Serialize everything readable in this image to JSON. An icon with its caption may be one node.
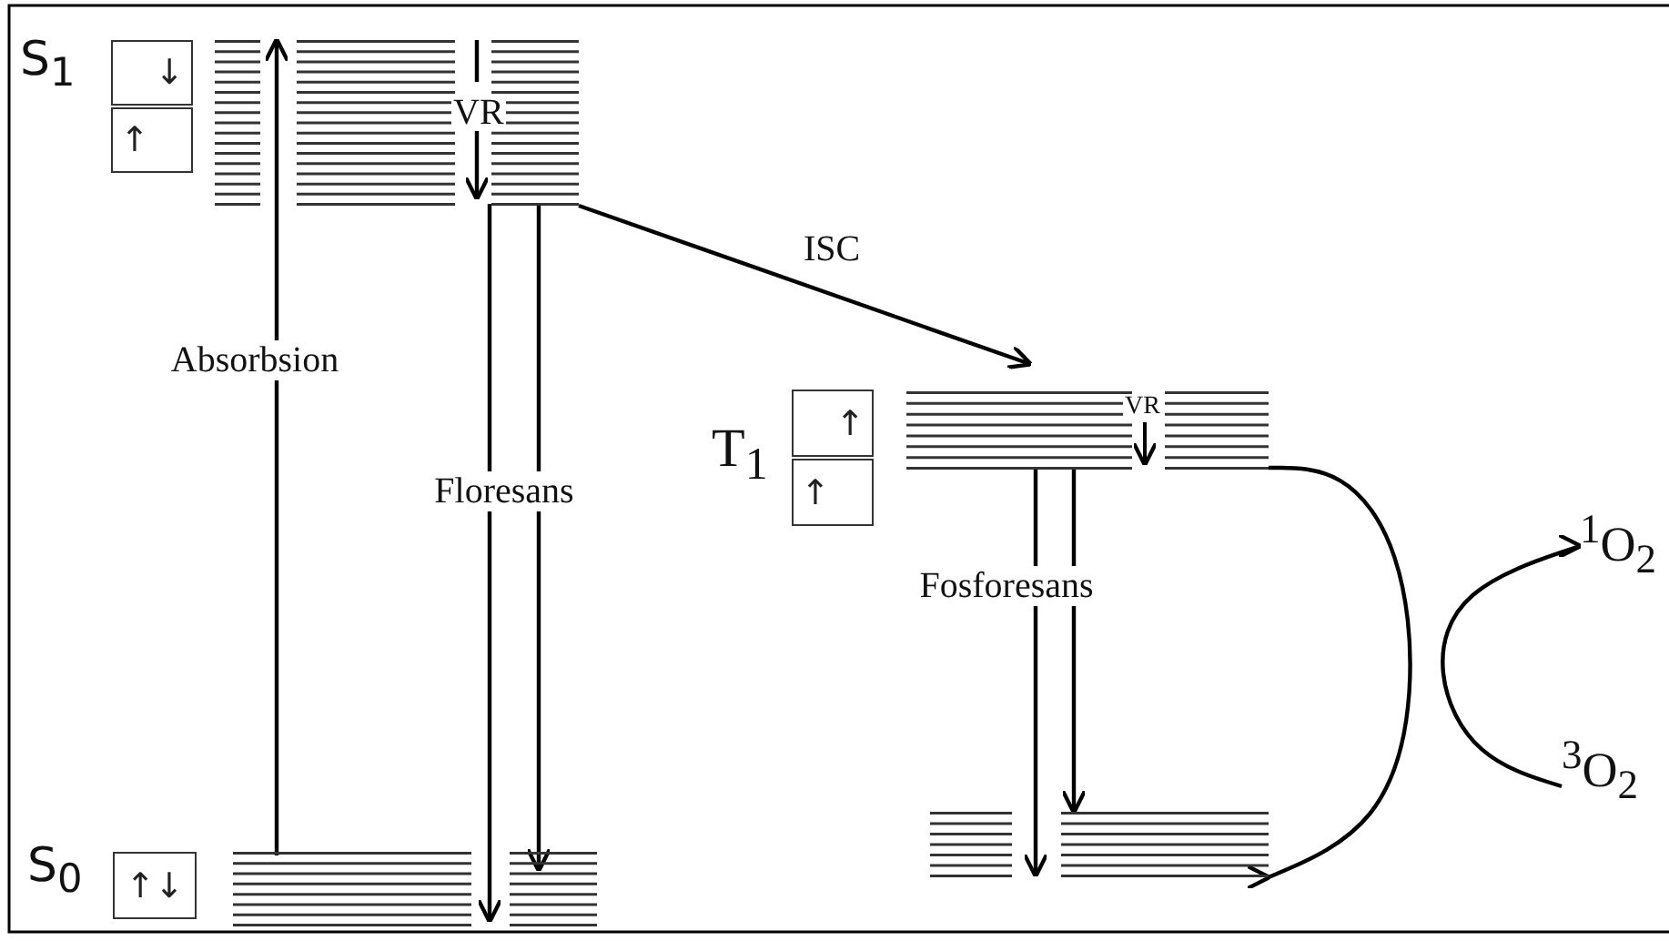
{
  "diagram": {
    "nodes": [
      {
        "text": [],
        "shape": "bar"
      },
      {
        "text": [
          "↓"
        ]
      },
      {
        "text": [
          "↑"
        ]
      },
      {
        "text": [],
        "shape": "bar"
      },
      {
        "text": [
          "↑"
        ]
      },
      {
        "text": [
          "↑"
        ]
      },
      {
        "text": [],
        "shape": "bar"
      },
      {
        "text": [],
        "shape": "bar"
      },
      {
        "text": [
          "↑↓"
        ]
      },
      {
        "text": [
          "$^{1}$O$_{2}$"
        ]
      },
      {
        "text": [
          "$^{3}$O$_{2}$"
        ]
      }
    ],
    "edges": [
      {
        "from": 7,
        "to": 0,
        "arrow": "to",
        "label": "Absorbsion"
      },
      {
        "from": 0,
        "to": 7,
        "arrow": "to",
        "label": "Floresans"
      },
      {
        "from": 0,
        "to": 7,
        "arrow": "to"
      },
      {
        "from": 0,
        "to": 3,
        "arrow": "to",
        "label": "ISC"
      },
      {
        "from": 3,
        "to": 6,
        "arrow": "to",
        "label": "Fosforesans"
      },
      {
        "from": 3,
        "to": 6,
        "arrow": "to"
      },
      {
        "from": 3,
        "to": 6,
        "arrow": "to"
      },
      {
        "from": 10,
        "to": 9,
        "arrow": "to"
      }
    ],
    "labels": [
      "S$_{1}$",
      "VR",
      "T$_{1}$",
      "VR",
      "S$_{0}$"
    ]
  }
}
